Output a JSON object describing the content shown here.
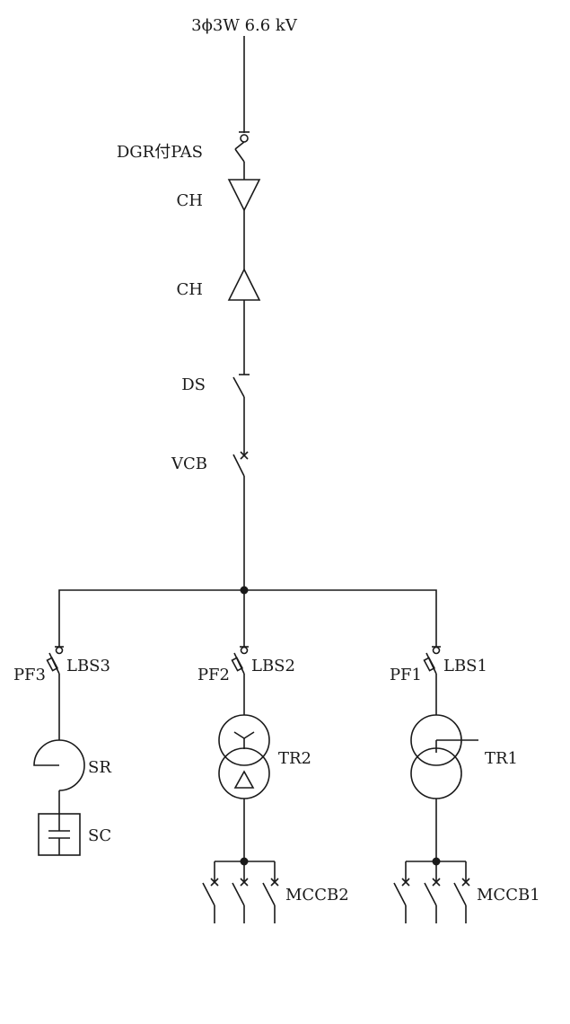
{
  "supply": "3ϕ3W 6.6 kV",
  "labels": {
    "pas": "DGR付PAS",
    "ch1": "CH",
    "ch2": "CH",
    "ds": "DS",
    "vcb": "VCB",
    "pf3": "PF3",
    "lbs3": "LBS3",
    "pf2": "PF2",
    "lbs2": "LBS2",
    "pf1": "PF1",
    "lbs1": "LBS1",
    "sr": "SR",
    "sc": "SC",
    "tr2": "TR2",
    "tr1": "TR1",
    "mccb2": "MCCB2",
    "mccb1": "MCCB1"
  }
}
